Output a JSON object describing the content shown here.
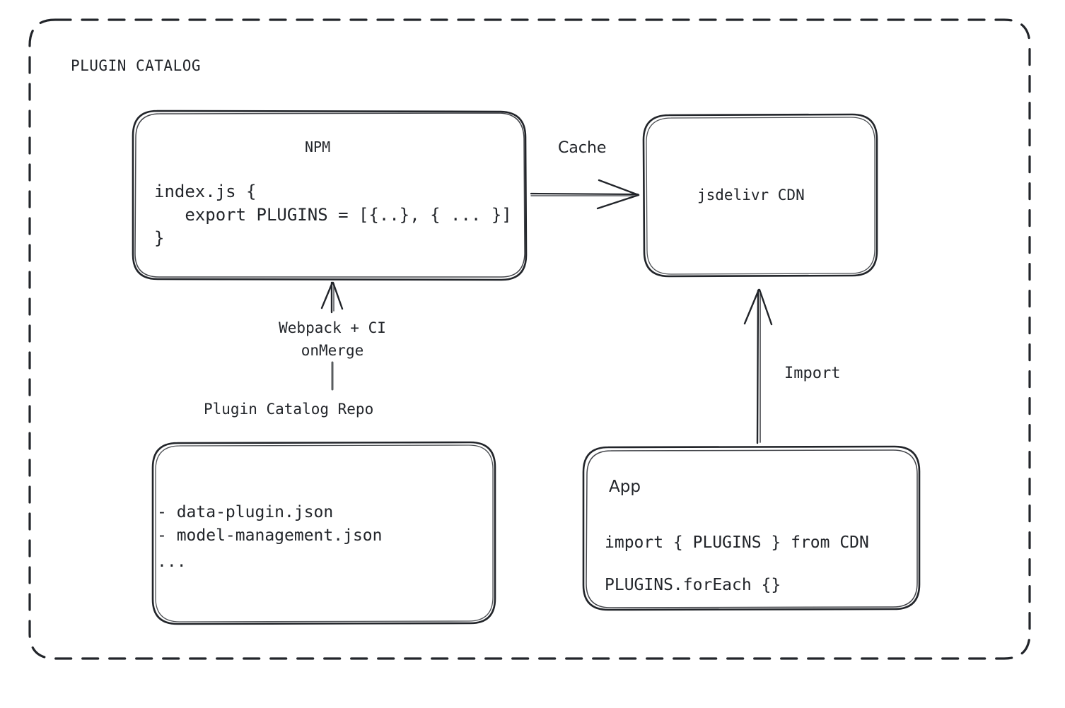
{
  "container": {
    "title": "PLUGIN CATALOG",
    "border_style": "dashed",
    "border_color": "#22252a"
  },
  "nodes": {
    "npm": {
      "title": "NPM",
      "code_lines": [
        "index.js {",
        "   export PLUGINS = [{..}, { ... }]",
        "}"
      ]
    },
    "cdn": {
      "title": "jsdelivr CDN"
    },
    "repo": {
      "title": "Plugin Catalog Repo",
      "items": [
        "- data-plugin.json",
        "- model-management.json",
        "..."
      ]
    },
    "app": {
      "title": "App",
      "code_lines": [
        "import { PLUGINS } from CDN",
        "PLUGINS.forEach {}"
      ]
    }
  },
  "edges": {
    "cache": {
      "label": "Cache",
      "from": "npm",
      "to": "cdn",
      "direction": "right"
    },
    "webpack": {
      "label_line1": "Webpack + CI",
      "label_line2": "onMerge",
      "from": "repo",
      "to": "npm",
      "direction": "up"
    },
    "import": {
      "label": "Import",
      "from": "app",
      "to": "cdn",
      "direction": "up"
    }
  },
  "colors": {
    "stroke": "#22252a",
    "text": "#22252a",
    "background": "#ffffff"
  }
}
